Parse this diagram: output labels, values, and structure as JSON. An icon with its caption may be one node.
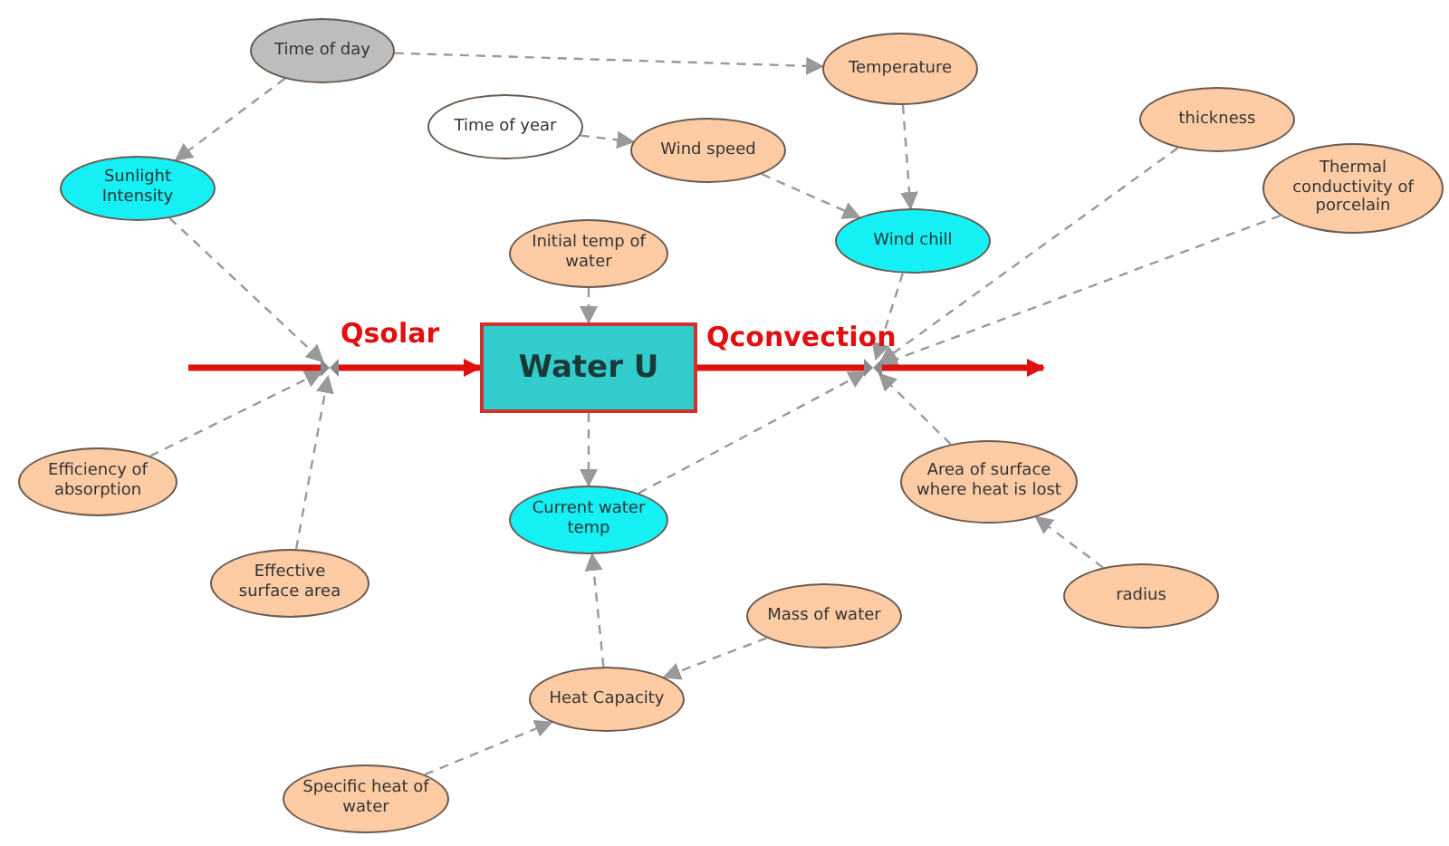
{
  "diagram": {
    "nodes": [
      {
        "text": [
          "Time of day"
        ]
      },
      {
        "text": [
          "Temperature"
        ]
      },
      {
        "text": [
          "Time of year"
        ]
      },
      {
        "text": [
          "Sunlight Intensity"
        ]
      },
      {
        "text": [
          "Wind speed"
        ]
      },
      {
        "text": [
          "thickness"
        ]
      },
      {
        "text": [
          "Thermal conductivity of porcelain"
        ]
      },
      {
        "text": [
          "Wind chill"
        ]
      },
      {
        "text": [
          "Initial temp of water"
        ]
      },
      {
        "text": [
          "Water U"
        ]
      },
      {
        "text": [],
        "shape": "valve",
        "beside": [
          "Qsolar"
        ]
      },
      {
        "text": [],
        "shape": "valve",
        "beside": [
          "Qconvection"
        ]
      },
      {
        "text": [
          "Efficiency of absorption"
        ]
      },
      {
        "text": [
          "Current water temp"
        ]
      },
      {
        "text": [
          "Area of surface where heat is lost"
        ]
      },
      {
        "text": [
          "Effective surface area"
        ]
      },
      {
        "text": [
          "radius"
        ]
      },
      {
        "text": [
          "Mass of water"
        ]
      },
      {
        "text": [
          "Heat Capacity"
        ]
      },
      {
        "text": [
          "Specific heat of water"
        ]
      }
    ],
    "edges": [
      {
        "from": 0,
        "to": 1,
        "arrow": "to",
        "style": "dashed"
      },
      {
        "from": 0,
        "to": 3,
        "arrow": "to",
        "style": "dashed"
      },
      {
        "from": 2,
        "to": 4,
        "arrow": "to",
        "style": "dashed"
      },
      {
        "from": 4,
        "to": 7,
        "arrow": "to",
        "style": "dashed"
      },
      {
        "from": 1,
        "to": 7,
        "arrow": "to",
        "style": "dashed"
      },
      {
        "from": 3,
        "to": 10,
        "arrow": "to",
        "style": "dashed"
      },
      {
        "from": 12,
        "to": 10,
        "arrow": "to",
        "style": "dashed"
      },
      {
        "from": 15,
        "to": 10,
        "arrow": "to",
        "style": "dashed"
      },
      {
        "from": 8,
        "to": 9,
        "arrow": "to",
        "style": "dashed"
      },
      {
        "from": 9,
        "to": 13,
        "arrow": "to",
        "style": "dashed"
      },
      {
        "from": 7,
        "to": 11,
        "arrow": "to",
        "style": "dashed"
      },
      {
        "from": 5,
        "to": 11,
        "arrow": "to",
        "style": "dashed"
      },
      {
        "from": 6,
        "to": 11,
        "arrow": "to",
        "style": "dashed"
      },
      {
        "from": 13,
        "to": 11,
        "arrow": "to",
        "style": "dashed"
      },
      {
        "from": 14,
        "to": 11,
        "arrow": "to",
        "style": "dashed"
      },
      {
        "from": 16,
        "to": 14,
        "arrow": "to",
        "style": "dashed"
      },
      {
        "from": 17,
        "to": 18,
        "arrow": "to",
        "style": "dashed"
      },
      {
        "from": 18,
        "to": 13,
        "arrow": "to",
        "style": "dashed"
      },
      {
        "from": 19,
        "to": 18,
        "arrow": "to",
        "style": "dashed"
      },
      {
        "from": null,
        "to": 10,
        "arrow": "none",
        "style": "thick",
        "color": "#e01010"
      },
      {
        "from": 10,
        "to": 9,
        "arrow": "to",
        "style": "thick",
        "color": "#e01010"
      },
      {
        "from": 9,
        "to": 11,
        "arrow": "none",
        "style": "thick",
        "color": "#e01010"
      },
      {
        "from": 11,
        "to": null,
        "arrow": "to",
        "style": "thick",
        "color": "#e01010"
      }
    ]
  }
}
